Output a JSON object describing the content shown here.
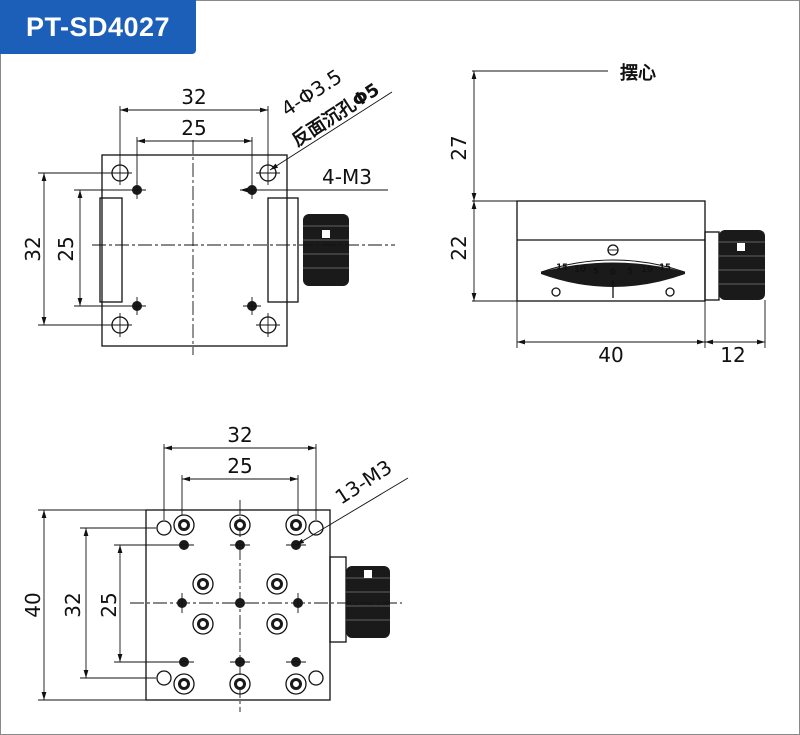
{
  "title": "PT-SD4027",
  "top_view": {
    "dim_outer_w": "32",
    "dim_inner_w": "25",
    "dim_outer_h": "32",
    "dim_inner_h": "25",
    "hole_note_1": "4-Φ3.5",
    "hole_note_2": "反面沉孔Φ5",
    "thread_note": "4-M3"
  },
  "side_view": {
    "swing_label": "摆心",
    "dim_radius": "27",
    "dim_height": "22",
    "dim_length": "40",
    "dim_knob": "12",
    "scale_left": [
      "15",
      "10",
      "5"
    ],
    "scale_zero": "0",
    "scale_right": [
      "5",
      "10",
      "15"
    ]
  },
  "bottom_view": {
    "dim_outer_w": "32",
    "dim_inner_w": "25",
    "dim_height": "40",
    "dim_outer_h": "32",
    "dim_inner_h": "25",
    "thread_note": "13-M3"
  }
}
